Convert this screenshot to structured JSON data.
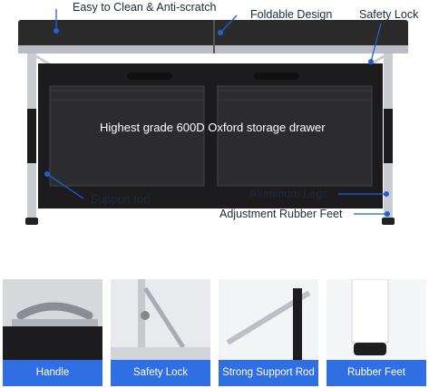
{
  "callouts": {
    "top_left": "Easy to Clean & Anti-scratch",
    "top_middle": "Foldable Design",
    "top_right": "Safety Lock",
    "drawer": "Highest grade 600D Oxford storage drawer",
    "support_rod": "Support rod",
    "legs": "Aluminum Legs",
    "feet": "Adjustment Rubber Feet"
  },
  "tiles": [
    {
      "caption": "Handle"
    },
    {
      "caption": "Safety Lock"
    },
    {
      "caption": "Strong Support Rod"
    },
    {
      "caption": "Rubber Feet"
    }
  ],
  "colors": {
    "accent": "#2f6fe3",
    "tabletop": "#2b2b2b",
    "frame": "#c9ccd1",
    "drawer": "#1c1c1e"
  }
}
